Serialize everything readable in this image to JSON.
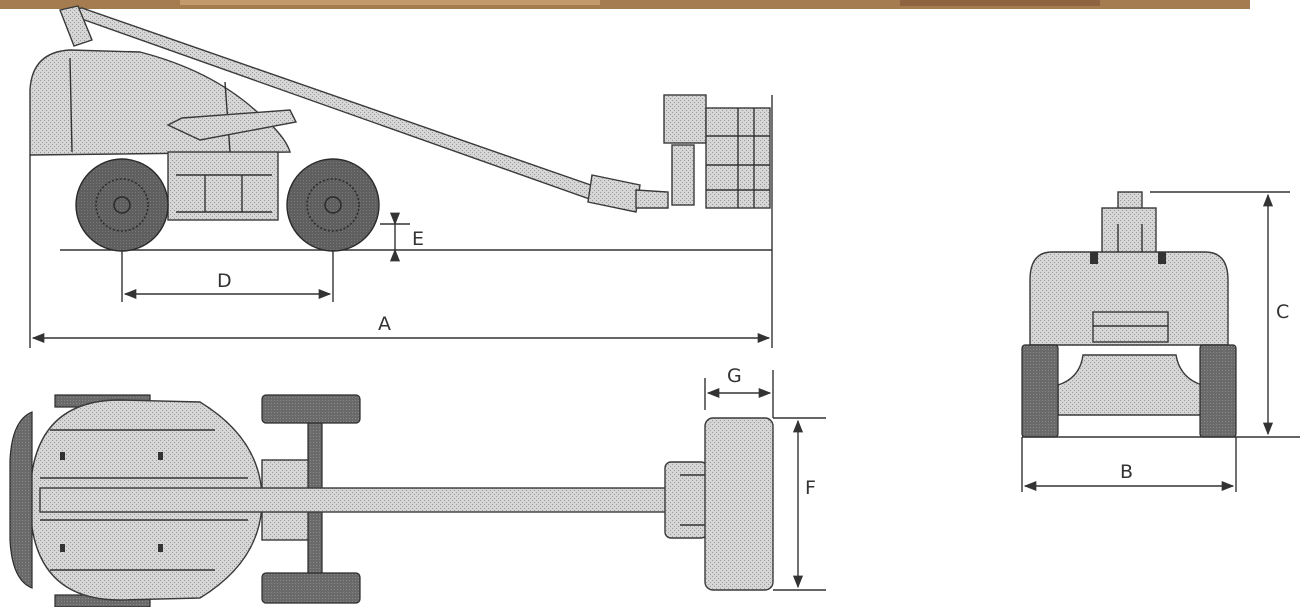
{
  "diagram": {
    "labels": {
      "A": "A",
      "B": "B",
      "C": "C",
      "D": "D",
      "E": "E",
      "F": "F",
      "G": "G"
    }
  }
}
